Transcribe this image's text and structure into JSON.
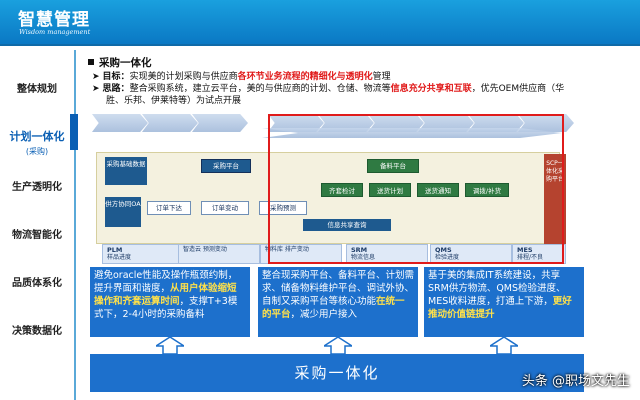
{
  "header": {
    "title": "智慧管理",
    "subtitle": "Wisdom management"
  },
  "sidebar": {
    "items": [
      {
        "label": "整体规划"
      },
      {
        "label": "计划一体化",
        "sub": "(采购)",
        "active": true
      },
      {
        "label": "生产透明化"
      },
      {
        "label": "物流智能化"
      },
      {
        "label": "品质体系化"
      },
      {
        "label": "决策数据化"
      }
    ]
  },
  "section": {
    "title": "采购一体化",
    "goal_label": "目标：",
    "goal_pre": "实现美的计划采购与供应商",
    "goal_hl": "各环节业务流程的精细化与透明化",
    "goal_post": "管理",
    "idea_label": "思路：",
    "idea_pre": "整合采购系统，建立云平台，美的与供应商的计划、仓储、物流等",
    "idea_hl": "信息充分共享和互联",
    "idea_post": "，优先OEM供应商（华",
    "idea_line2": "胜、乐邦、伊莱特等）为试点开展"
  },
  "diagram": {
    "blocks": {
      "left_top": "采购基础数据",
      "left_bottom": "供方协同OA",
      "plan_platform": "采购平台",
      "prep_platform": "备料平台",
      "scp": "SCP一体化采购平台"
    },
    "boxes": [
      "订单下达",
      "订单变动",
      "采购预测"
    ],
    "green_boxes": [
      "齐套检讨",
      "送货计划",
      "送货通知",
      "调拨/补货"
    ],
    "share": "信息共享查询",
    "systems": [
      {
        "name": "PLM",
        "desc": "样品进度"
      },
      {
        "name": "",
        "desc": "智造云\n预测变动"
      },
      {
        "name": "",
        "desc": "物料库\n排产变动"
      },
      {
        "name": "SRM",
        "desc": "物流信息"
      },
      {
        "name": "QMS",
        "desc": "检验进度"
      },
      {
        "name": "MES",
        "desc": "排程/不良"
      }
    ]
  },
  "panels": {
    "p1_pre": "避免oracle性能及操作瓶颈约制，提升界面和谐度，",
    "p1_hl": "从用户体验缩短操作和齐套运算时间",
    "p1_post": "，支撑T+3模式下，2-4小时的采购备料",
    "p2_pre": "整合现采购平台、备料平台、计划需求、储备物料维护平台、调试外协、自制又采购平台等核心功能",
    "p2_hl": "在统一的平台",
    "p2_post": "，减少用户接入",
    "p3_pre": "基于美的集成IT系统建设，共享SRM供方物流、QMS检验进度、MES收料进度，打通上下游，",
    "p3_hl": "更好推动价值链提升",
    "p3_post": ""
  },
  "footer": {
    "label": "采购一体化",
    "watermark": "头条 @职场文先生"
  },
  "colors": {
    "accent": "#1d70cc",
    "highlight_red": "#e01818",
    "highlight_yellow": "#ffe14a"
  }
}
